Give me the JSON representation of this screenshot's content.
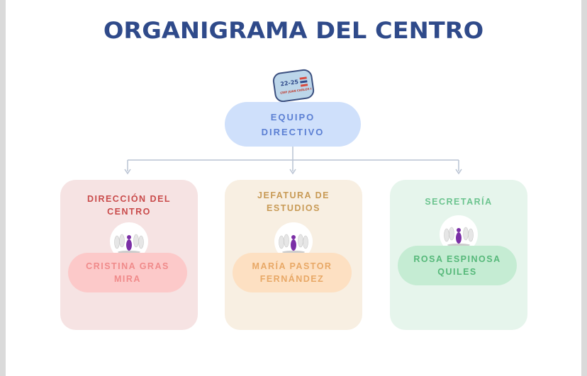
{
  "title": "ORGANIGRAMA DEL CENTRO",
  "logo": {
    "top_text": "22-25",
    "bottom_text": "CEIP JUAN CARLOS I"
  },
  "root": {
    "label": "EQUIPO DIRECTIVO"
  },
  "colors": {
    "title": "#2f4a8a",
    "root_bg": "#cfe0fb",
    "card1": "#f6e3e3",
    "card2": "#f8efe2",
    "card3": "#e6f5ec",
    "accent_purple": "#7b2fa6"
  },
  "departments": [
    {
      "role": "DIRECCIÓN DEL CENTRO",
      "person": "CRISTINA GRAS MIRA",
      "icon": "bowling-pins-icon"
    },
    {
      "role": "JEFATURA DE ESTUDIOS",
      "person": "MARÍA PASTOR FERNÁNDEZ",
      "icon": "bowling-pins-icon"
    },
    {
      "role": "SECRETARÍA",
      "person": "ROSA ESPINOSA QUILES",
      "icon": "bowling-pins-icon"
    }
  ]
}
